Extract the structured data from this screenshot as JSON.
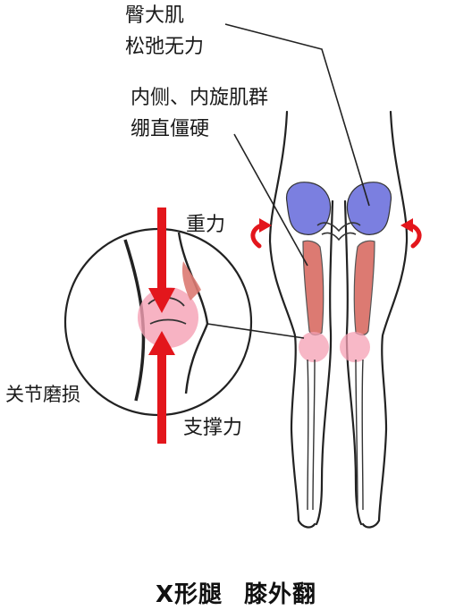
{
  "labels": {
    "gluteus_line1": "臀大肌",
    "gluteus_line2": "松弛无力",
    "inner_line1": "内侧、内旋肌群",
    "inner_line2": "绷直僵硬",
    "gravity": "重力",
    "support": "支撑力",
    "joint_wear": "关节磨损"
  },
  "caption": {
    "part1": "X形腿",
    "part2": "膝外翻"
  },
  "colors": {
    "arrow_red": "#e3161c",
    "gluteus_blue": "#7b7fe0",
    "muscle_red": "#dc7a72",
    "knee_pink": "#f5a0b4",
    "outline": "#222222"
  }
}
